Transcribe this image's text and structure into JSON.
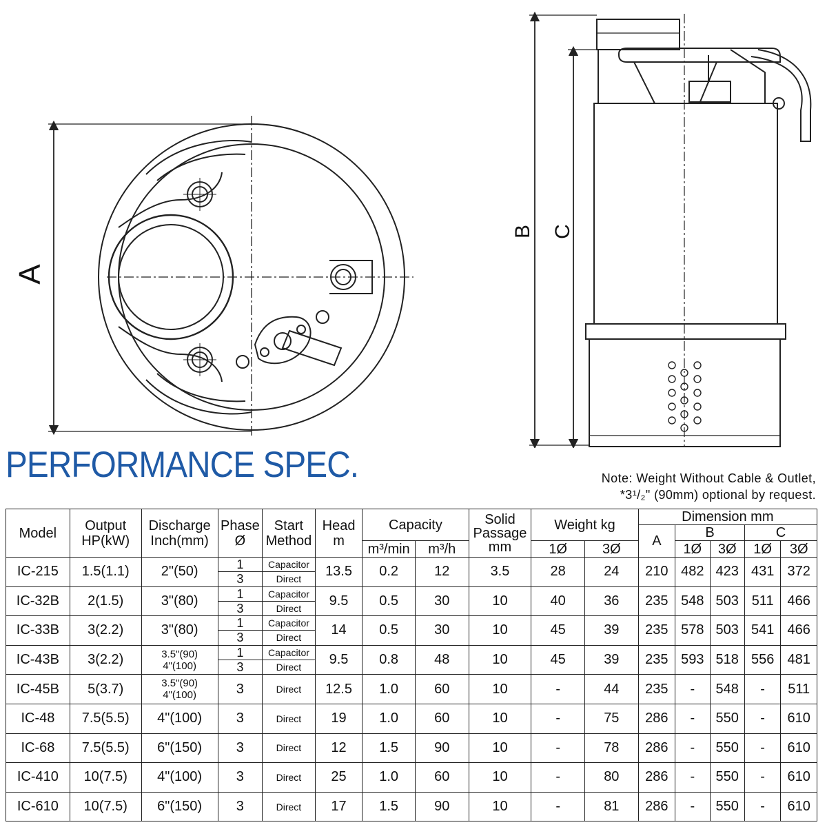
{
  "drawing": {
    "label_a": "A",
    "label_b": "B",
    "label_c": "C"
  },
  "title": "PERFORMANCE SPEC.",
  "note": {
    "line1": "Note: Weight Without Cable & Outlet,",
    "line2": "*3¹/₂\" (90mm) optional by request."
  },
  "colors": {
    "title": "#1f5aa6",
    "lines": "#222222"
  },
  "table": {
    "headers": {
      "model": "Model",
      "output": [
        "Output",
        "HP(kW)"
      ],
      "discharge": [
        "Discharge",
        "Inch(mm)"
      ],
      "phase": [
        "Phase",
        "Ø"
      ],
      "start": [
        "Start",
        "Method"
      ],
      "head": [
        "Head",
        "m"
      ],
      "capacity": "Capacity",
      "cap_min": "m³/min",
      "cap_h": "m³/h",
      "solid": [
        "Solid",
        "Passage",
        "mm"
      ],
      "weight": "Weight kg",
      "w1": "1Ø",
      "w3": "3Ø",
      "dimension": "Dimension mm",
      "dim_a": "A",
      "dim_b": "B",
      "dim_c": "C",
      "b1": "1Ø",
      "b3": "3Ø",
      "c1": "1Ø",
      "c3": "3Ø"
    },
    "rows": [
      {
        "model": "IC-215",
        "output": "1.5(1.1)",
        "discharge": [
          "2\"(50)"
        ],
        "phase": [
          "1",
          "3"
        ],
        "start": [
          "Capacitor",
          "Direct"
        ],
        "head": "13.5",
        "cap_min": "0.2",
        "cap_h": "12",
        "solid": "3.5",
        "w1": "28",
        "w3": "24",
        "a": "210",
        "b1": "482",
        "b3": "423",
        "c1": "431",
        "c3": "372"
      },
      {
        "model": "IC-32B",
        "output": "2(1.5)",
        "discharge": [
          "3\"(80)"
        ],
        "phase": [
          "1",
          "3"
        ],
        "start": [
          "Capacitor",
          "Direct"
        ],
        "head": "9.5",
        "cap_min": "0.5",
        "cap_h": "30",
        "solid": "10",
        "w1": "40",
        "w3": "36",
        "a": "235",
        "b1": "548",
        "b3": "503",
        "c1": "511",
        "c3": "466"
      },
      {
        "model": "IC-33B",
        "output": "3(2.2)",
        "discharge": [
          "3\"(80)"
        ],
        "phase": [
          "1",
          "3"
        ],
        "start": [
          "Capacitor",
          "Direct"
        ],
        "head": "14",
        "cap_min": "0.5",
        "cap_h": "30",
        "solid": "10",
        "w1": "45",
        "w3": "39",
        "a": "235",
        "b1": "578",
        "b3": "503",
        "c1": "541",
        "c3": "466"
      },
      {
        "model": "IC-43B",
        "output": "3(2.2)",
        "discharge": [
          "3.5\"(90)",
          "4\"(100)"
        ],
        "phase": [
          "1",
          "3"
        ],
        "start": [
          "Capacitor",
          "Direct"
        ],
        "head": "9.5",
        "cap_min": "0.8",
        "cap_h": "48",
        "solid": "10",
        "w1": "45",
        "w3": "39",
        "a": "235",
        "b1": "593",
        "b3": "518",
        "c1": "556",
        "c3": "481"
      },
      {
        "model": "IC-45B",
        "output": "5(3.7)",
        "discharge": [
          "3.5\"(90)",
          "4\"(100)"
        ],
        "phase": [
          "3"
        ],
        "start": [
          "Direct"
        ],
        "head": "12.5",
        "cap_min": "1.0",
        "cap_h": "60",
        "solid": "10",
        "w1": "-",
        "w3": "44",
        "a": "235",
        "b1": "-",
        "b3": "548",
        "c1": "-",
        "c3": "511"
      },
      {
        "model": "IC-48",
        "output": "7.5(5.5)",
        "discharge": [
          "4\"(100)"
        ],
        "phase": [
          "3"
        ],
        "start": [
          "Direct"
        ],
        "head": "19",
        "cap_min": "1.0",
        "cap_h": "60",
        "solid": "10",
        "w1": "-",
        "w3": "75",
        "a": "286",
        "b1": "-",
        "b3": "550",
        "c1": "-",
        "c3": "610"
      },
      {
        "model": "IC-68",
        "output": "7.5(5.5)",
        "discharge": [
          "6\"(150)"
        ],
        "phase": [
          "3"
        ],
        "start": [
          "Direct"
        ],
        "head": "12",
        "cap_min": "1.5",
        "cap_h": "90",
        "solid": "10",
        "w1": "-",
        "w3": "78",
        "a": "286",
        "b1": "-",
        "b3": "550",
        "c1": "-",
        "c3": "610"
      },
      {
        "model": "IC-410",
        "output": "10(7.5)",
        "discharge": [
          "4\"(100)"
        ],
        "phase": [
          "3"
        ],
        "start": [
          "Direct"
        ],
        "head": "25",
        "cap_min": "1.0",
        "cap_h": "60",
        "solid": "10",
        "w1": "-",
        "w3": "80",
        "a": "286",
        "b1": "-",
        "b3": "550",
        "c1": "-",
        "c3": "610"
      },
      {
        "model": "IC-610",
        "output": "10(7.5)",
        "discharge": [
          "6\"(150)"
        ],
        "phase": [
          "3"
        ],
        "start": [
          "Direct"
        ],
        "head": "17",
        "cap_min": "1.5",
        "cap_h": "90",
        "solid": "10",
        "w1": "-",
        "w3": "81",
        "a": "286",
        "b1": "-",
        "b3": "550",
        "c1": "-",
        "c3": "610"
      }
    ]
  }
}
